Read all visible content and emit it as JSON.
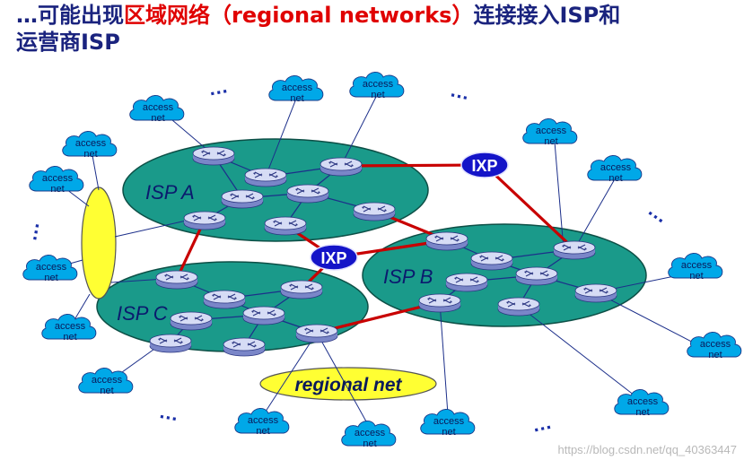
{
  "title": {
    "part1": "…可能出现",
    "part2": "区域网络（regional networks）",
    "part3": "连接接入ISP和",
    "line2": "运营商ISP"
  },
  "labels": {
    "isp_a": "ISP A",
    "isp_b": "ISP B",
    "isp_c": "ISP C",
    "ixp": "IXP",
    "regional": "regional net",
    "access_line1": "access",
    "access_line2": "net",
    "dots": "…"
  },
  "watermark": "https://blog.csdn.net/qq_40363447",
  "colors": {
    "isp_fill": "#1a9a8a",
    "ixp_fill": "#1414c8",
    "regional_fill": "#ffff33",
    "access_fill": "#00a8e8",
    "link_red": "#c80000",
    "title_blue": "#1a237e",
    "title_red": "#e00000"
  }
}
